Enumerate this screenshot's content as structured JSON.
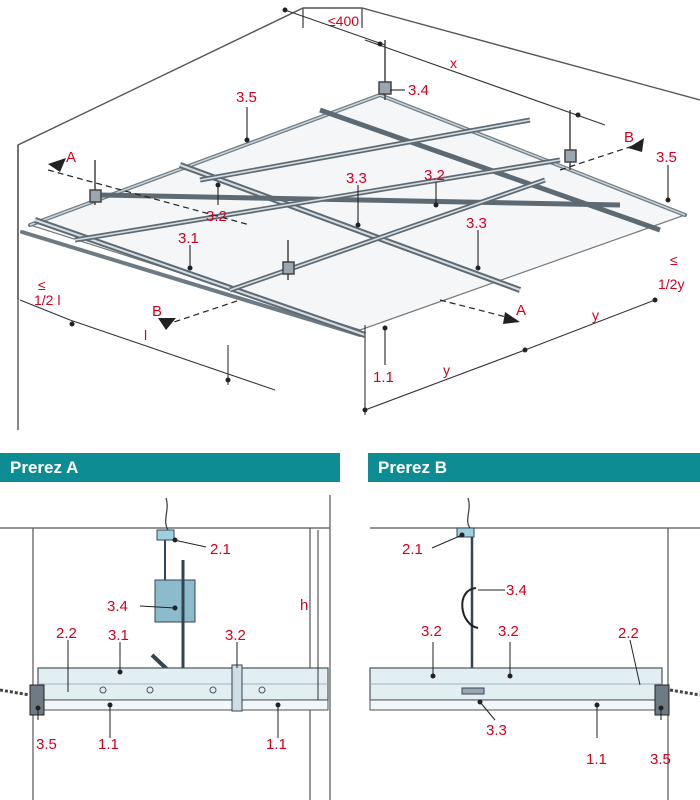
{
  "top_view": {
    "labels": {
      "l_3_5_left": "3.5",
      "l_3_4": "3.4",
      "l_3_5_right": "3.5",
      "l_3_3_a": "3.3",
      "l_3_2_a": "3.2",
      "l_3_2_b": "3.2",
      "l_3_3_b": "3.3",
      "l_3_1": "3.1",
      "l_1_1": "1.1"
    },
    "dimensions": {
      "d_400": "≤400",
      "d_x": "x",
      "d_y_a": "y",
      "d_y_b": "y",
      "d_half_l_le": "≤",
      "d_half_l": "1/2 l",
      "d_half_y_le": "≤",
      "d_half_y": "1/2y",
      "d_l": "l"
    },
    "sections": {
      "sec_a_left": "A",
      "sec_a_right": "A",
      "sec_b_left": "B",
      "sec_b_right": "B"
    }
  },
  "section_a": {
    "title": "Prerez A",
    "labels": {
      "a_2_1": "2.1",
      "a_3_4": "3.4",
      "a_h": "h",
      "a_2_2": "2.2",
      "a_3_1": "3.1",
      "a_3_2": "3.2",
      "a_3_5": "3.5",
      "a_1_1_a": "1.1",
      "a_1_1_b": "1.1"
    }
  },
  "section_b": {
    "title": "Prerez B",
    "labels": {
      "b_2_1": "2.1",
      "b_3_4": "3.4",
      "b_3_2_a": "3.2",
      "b_3_2_b": "3.2",
      "b_2_2": "2.2",
      "b_3_3": "3.3",
      "b_1_1": "1.1",
      "b_3_5": "3.5"
    }
  },
  "colors": {
    "accent": "#d4001f",
    "header": "#0e8c94",
    "frame": "#5b6770",
    "panel": "#e8eff2"
  }
}
